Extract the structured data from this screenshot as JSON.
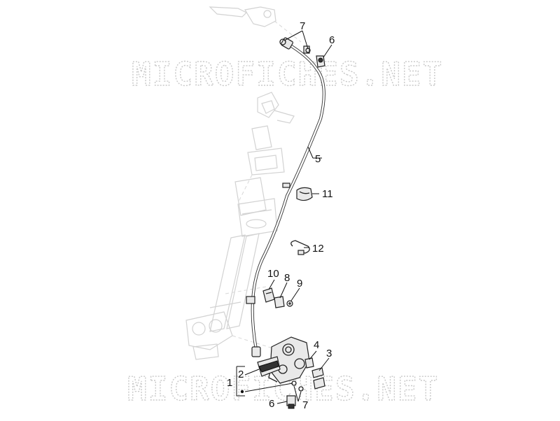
{
  "watermark": {
    "top": "MICROFICHES.NET",
    "bottom": "MICROFICHES.NET"
  },
  "callouts": {
    "c1": "1",
    "c2": "2",
    "c3": "3",
    "c4": "4",
    "c5": "5",
    "c6a": "6",
    "c6b": "6",
    "c7a": "7",
    "c7b": "7",
    "c8": "8",
    "c9": "9",
    "c10": "10",
    "c11": "11",
    "c12": "12"
  },
  "colors": {
    "line": "#222222",
    "ghost": "#d2d2d2",
    "watermark": "#c9c9c9"
  }
}
